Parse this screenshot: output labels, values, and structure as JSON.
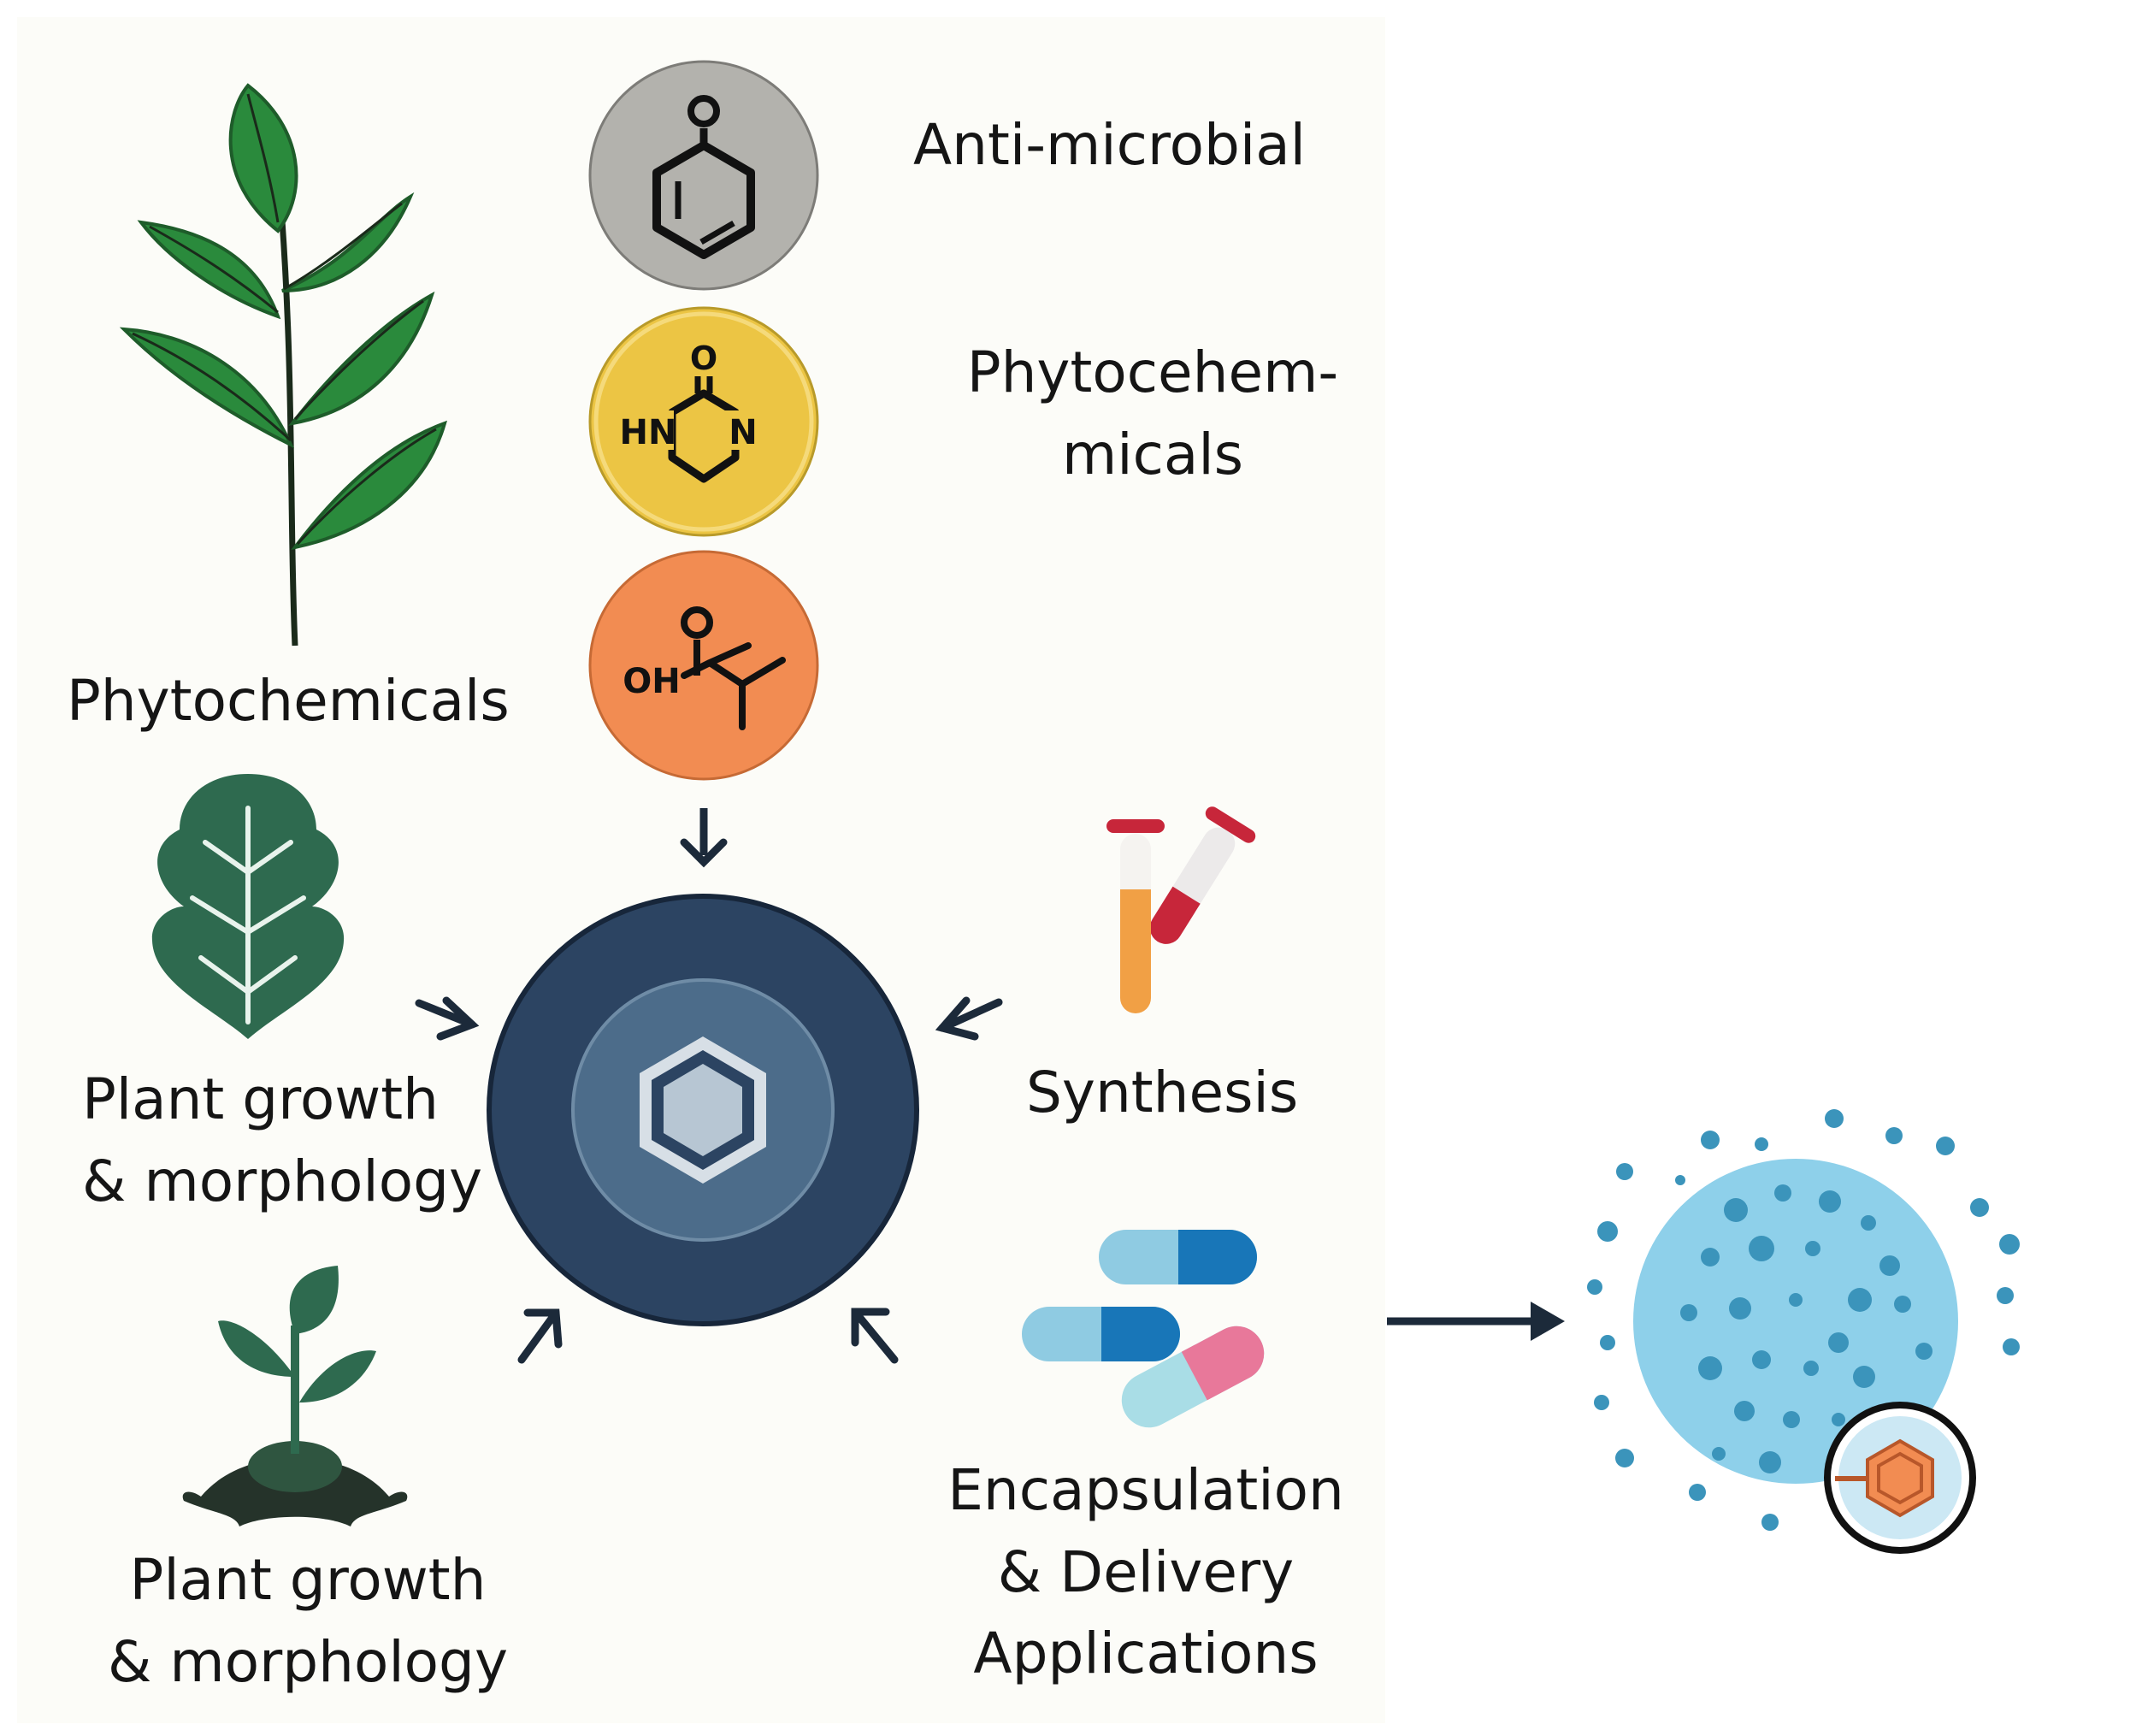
{
  "labels": {
    "anti_microbial": "Anti-microbial",
    "phytocehemicals": "Phytocehem-\nmicals",
    "phytochemicals": "Phytochemicals",
    "synthesis": "Synthesis",
    "plant_growth_1": "Plant growth\n& morphology",
    "plant_growth_2": "Plant growth\n& morphology",
    "encapsulation": "Encapsulation\n& Delivery\nApplications"
  },
  "molecule_text": {
    "pyrimidinone_nh": "HN",
    "pyrimidinone_n": "N",
    "pyrimidinone_o": "O",
    "acid_oh": "OH",
    "acid_o": "O"
  },
  "colors": {
    "leaf_green": "#2a8a3c",
    "dark_green": "#2e6a4f",
    "gray_circle": "#b3b2ad",
    "yellow_circle": "#ecc544",
    "orange_circle": "#f28c52",
    "core_navy": "#2c4462",
    "core_mid": "#4c6c8a",
    "nanoparticle_blue": "#8ed0ea",
    "dot_blue": "#3b94bb",
    "tube_red": "#c7263a",
    "tube_orange": "#f1a045",
    "capsule_light": "#8fcbe2",
    "capsule_dark": "#1876b8",
    "capsule_pink": "#e8789a",
    "arrow_dark": "#1c2a3a"
  }
}
